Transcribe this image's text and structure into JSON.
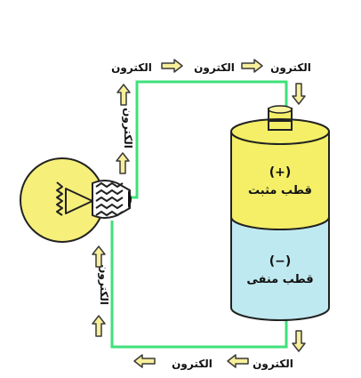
{
  "colors": {
    "wire": "#3fe07a",
    "arrow_fill": "#f7ef9a",
    "arrow_stroke": "#3a3a3a",
    "battery_top": "#f4ef66",
    "battery_bottom": "#bfe9f0",
    "bulb": "#f6ef7a"
  },
  "labels": {
    "electron": "الكترون"
  },
  "battery": {
    "positive_sign": "(+)",
    "positive_label": "قطب مثبت",
    "negative_sign": "(−)",
    "negative_label": "قطب منفی"
  }
}
